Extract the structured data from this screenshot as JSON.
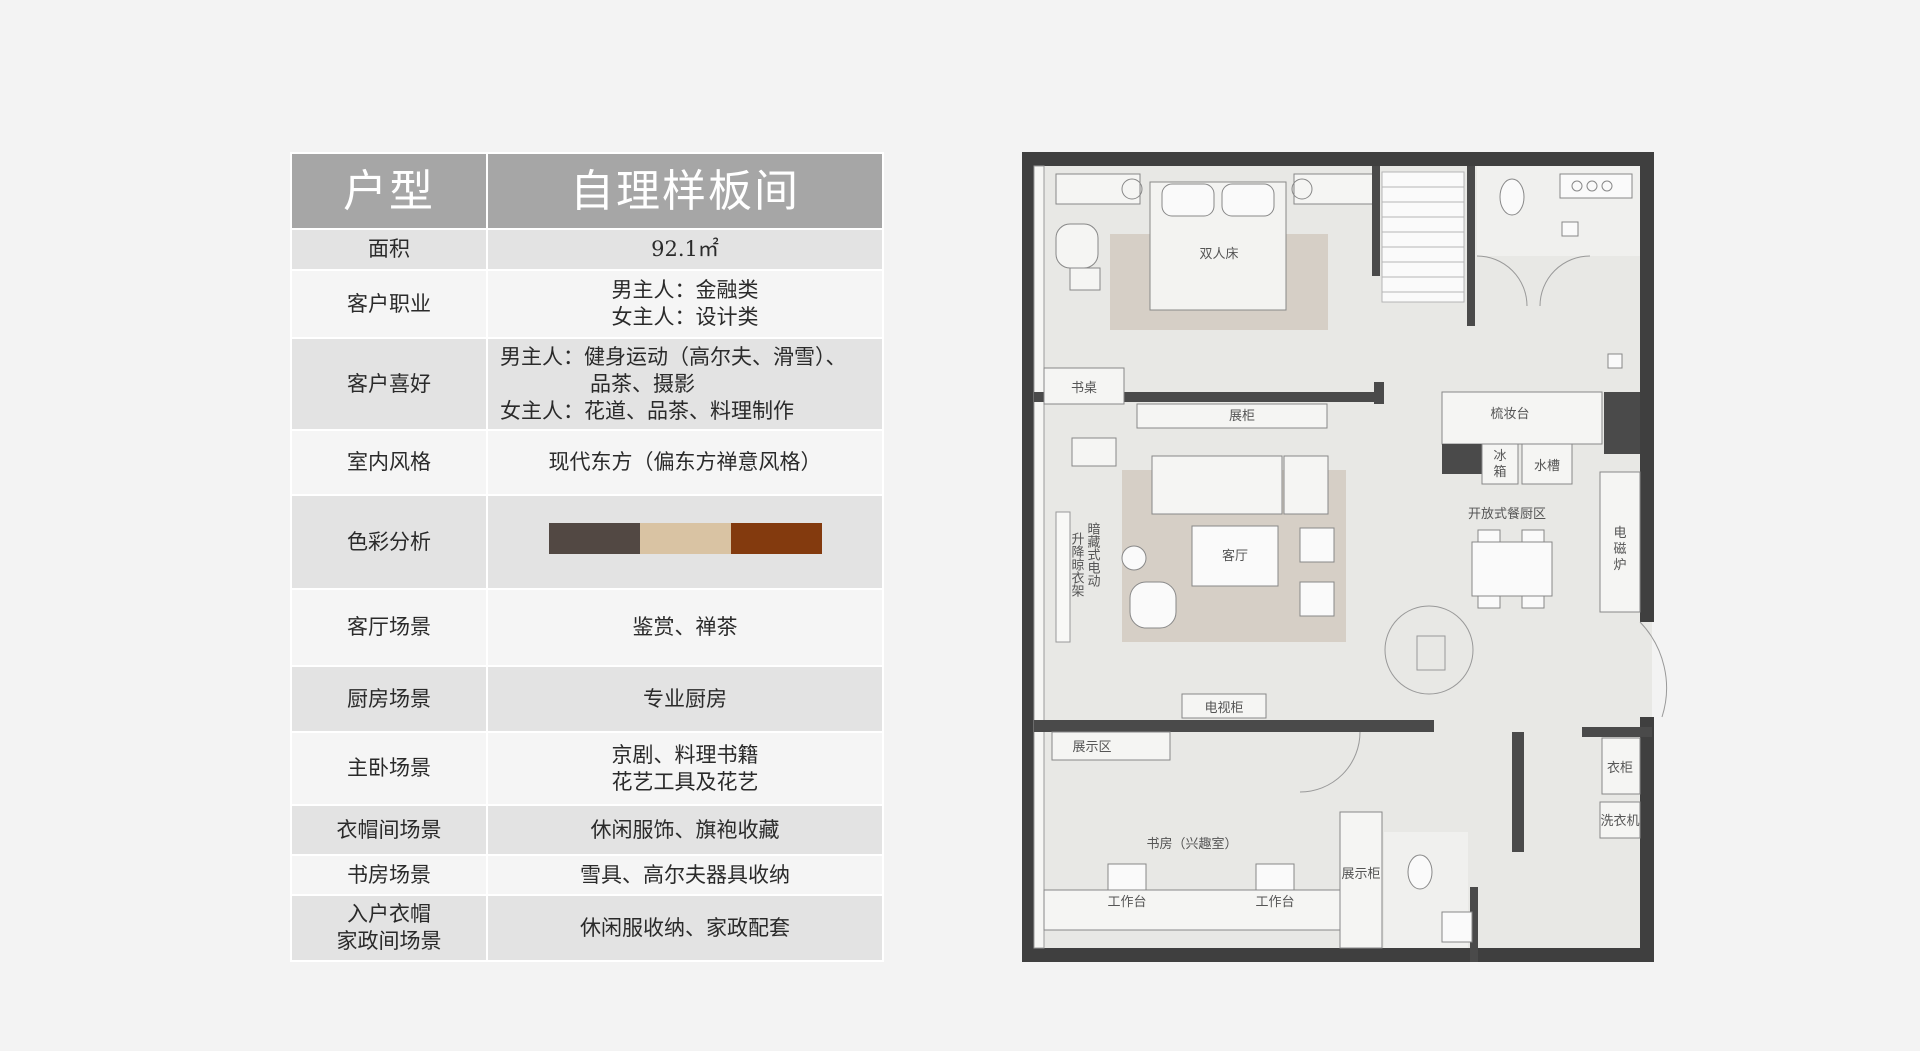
{
  "table": {
    "header": {
      "col1": "户型",
      "col2": "自理样板间"
    },
    "rows": {
      "area": {
        "label": "面积",
        "value": "92.1㎡"
      },
      "occupation": {
        "label": "客户职业",
        "line1": "男主人：金融类",
        "line2": "女主人：设计类"
      },
      "hobbies": {
        "label": "客户喜好",
        "line1": "男主人：健身运动（高尔夫、滑雪）、",
        "line2": "品茶、摄影",
        "line3": "女主人：花道、品茶、料理制作"
      },
      "style": {
        "label": "室内风格",
        "value": "现代东方（偏东方禅意风格）"
      },
      "colors": {
        "label": "色彩分析",
        "swatch1": "#524843",
        "swatch2": "#d9c3a3",
        "swatch3": "#833a0e"
      },
      "living": {
        "label": "客厅场景",
        "value": "鉴赏、禅茶"
      },
      "kitchen": {
        "label": "厨房场景",
        "value": "专业厨房"
      },
      "master": {
        "label": "主卧场景",
        "line1": "京剧、料理书籍",
        "line2": "花艺工具及花艺"
      },
      "cloakroom": {
        "label": "衣帽间场景",
        "value": "休闲服饰、旗袍收藏"
      },
      "study": {
        "label": "书房场景",
        "value": "雪具、高尔夫器具收纳"
      },
      "entry": {
        "label1": "入户衣帽",
        "label2": "家政间场景",
        "value": "休闲服收纳、家政配套"
      }
    }
  },
  "floorplan": {
    "labels": {
      "bed": "双人床",
      "desk": "书桌",
      "cabinet": "展柜",
      "vanity": "梳妆台",
      "fridge_1": "冰",
      "fridge_2": "箱",
      "sink": "水槽",
      "dining": "开放式餐厨区",
      "stove_1": "电",
      "stove_2": "磁",
      "stove_3": "炉",
      "wardrobe_rack_1": "暗藏式电动",
      "wardrobe_rack_2": "升降晾衣架",
      "living": "客厅",
      "tv_cabinet": "电视柜",
      "display_area": "展示区",
      "wardrobe": "衣柜",
      "washer": "洗衣机",
      "study": "书房（兴趣室）",
      "display_cabinet": "展示柜",
      "workbench_1": "工作台",
      "workbench_2": "工作台"
    },
    "colors": {
      "wall": "#3f3f3f",
      "floor": "#e8e8e5",
      "rug": "#d6cfc6"
    }
  }
}
